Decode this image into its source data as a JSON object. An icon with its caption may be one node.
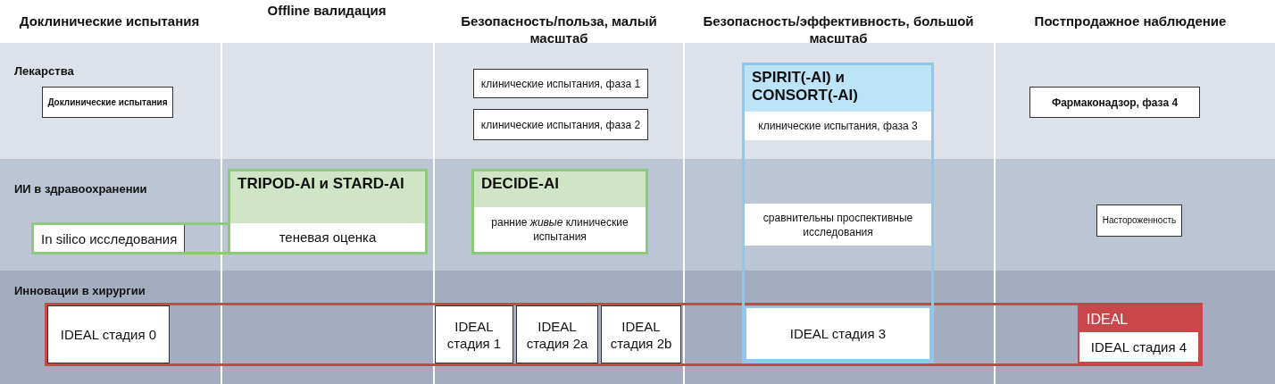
{
  "diagram": {
    "nodes": [
      {
        "text": [
          "Доклинические испытания"
        ]
      },
      {
        "text": [
          "клинические испытания, фаза 1"
        ]
      },
      {
        "text": [
          "клинические испытания, фаза 2"
        ]
      },
      {
        "text": [
          "SPIRIT(-AI) и CONSORT(-AI)"
        ]
      },
      {
        "text": [
          "клинические испытания, фаза 3"
        ],
        "in": 3
      },
      {
        "text": [
          "Фармаконадзор, фаза 4"
        ]
      },
      {
        "text": [
          "TRIPOD-AI и STARD-AI"
        ]
      },
      {
        "text": [
          "теневая оценка"
        ],
        "in": 6
      },
      {
        "text": [
          "DECIDE-AI"
        ]
      },
      {
        "text": [
          "ранние *живые* клинические испытания"
        ],
        "in": 8
      },
      {
        "text": [
          "сравнительны проспективные исследования"
        ],
        "in": 3
      },
      {
        "text": [
          "In silico исследования"
        ]
      },
      {
        "text": [
          "Настороженность"
        ]
      },
      {
        "text": [],
        "shape": "box"
      },
      {
        "text": [
          "IDEAL стадия 0"
        ],
        "in": 13
      },
      {
        "text": [
          "IDEAL стадия 1"
        ],
        "in": 13
      },
      {
        "text": [
          "IDEAL стадия 2a"
        ],
        "in": 13
      },
      {
        "text": [
          "IDEAL стадия 2b"
        ],
        "in": 13
      },
      {
        "text": [
          "IDEAL стадия 3"
        ]
      },
      {
        "text": [
          "IDEAL"
        ],
        "in": 13
      },
      {
        "text": [
          "IDEAL стадия 4"
        ],
        "in": 19
      }
    ],
    "edges": [],
    "labels": [
      "Доклинические испытания",
      "Offline валидация",
      "Безопасность/польза, малый масштаб",
      "Безопасность/эффективность, большой масштаб",
      "Постпродажное наблюдение",
      "Лекарства",
      "ИИ в здравоохранении",
      "Инновации в хирургии"
    ]
  }
}
